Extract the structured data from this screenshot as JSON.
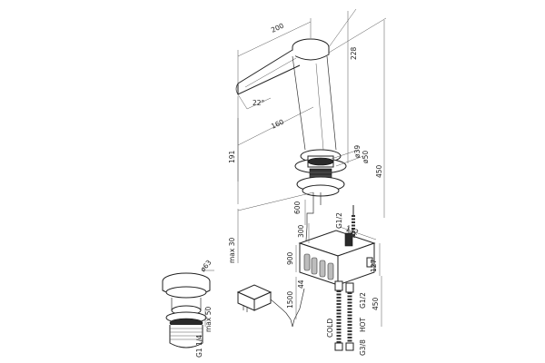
{
  "labels": {
    "d200": "200",
    "d228": "228",
    "d22deg": "22°",
    "d160": "160",
    "d191": "191",
    "d450a": "450",
    "d39": "ø39",
    "d50": "ø50",
    "d600": "600",
    "d300": "300",
    "d132": "132",
    "dG12a": "G1/2",
    "dmax30": "max 30",
    "d900": "900",
    "d127": "127",
    "d450b": "450",
    "d1500": "1500",
    "d44": "44",
    "dG12b": "G1/2",
    "dCOLD": "COLD",
    "dHOT": "HOT",
    "dG38": "G3/8",
    "d63": "ø63",
    "dmax50": "max 50",
    "dG114": "G1 1/4"
  }
}
